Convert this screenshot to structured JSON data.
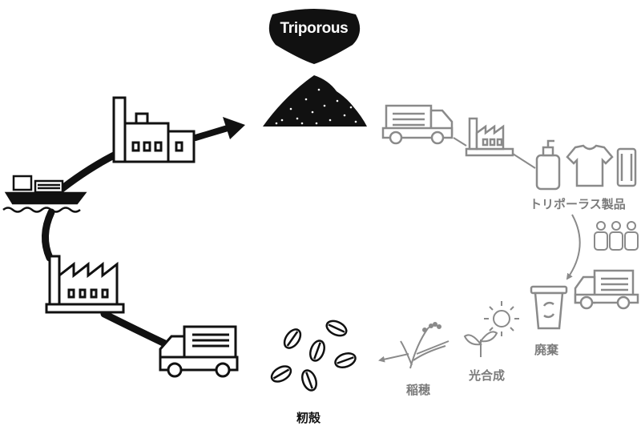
{
  "brand": "Triporous",
  "labels": {
    "products": "トリポーラス製品",
    "disposal": "廃棄",
    "photosynthesis": "光合成",
    "rice_ear": "稲穂",
    "rice_husk": "籾殻"
  },
  "colors": {
    "dark": "#111111",
    "grey": "#8a8a8a"
  }
}
